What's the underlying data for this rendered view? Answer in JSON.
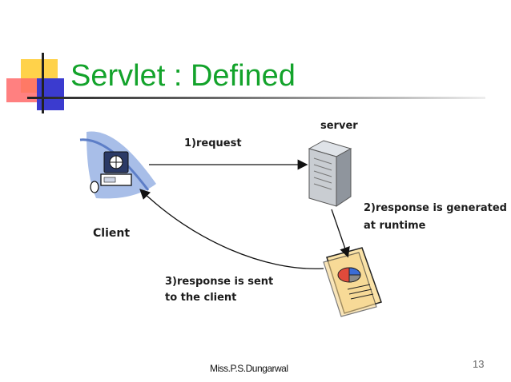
{
  "slide": {
    "title": "Servlet : Defined",
    "author": "Miss.P.S.Dungarwal",
    "page_number": "13"
  },
  "diagram": {
    "server_label": "server",
    "client_label": "Client",
    "step1": "1)request",
    "step2_line1": "2)response is generated",
    "step2_line2": "at runtime",
    "step3_line1": "3)response is sent",
    "step3_line2": "to the client"
  },
  "colors": {
    "title": "#13a32b",
    "accent_yellow": "#ffd24a",
    "accent_red": "#ff4d4d",
    "accent_blue": "#3b3bcf",
    "client_wave": "#9fb7e6",
    "server_body": "#c9cdd2",
    "document_fill": "#fbe3a8"
  }
}
